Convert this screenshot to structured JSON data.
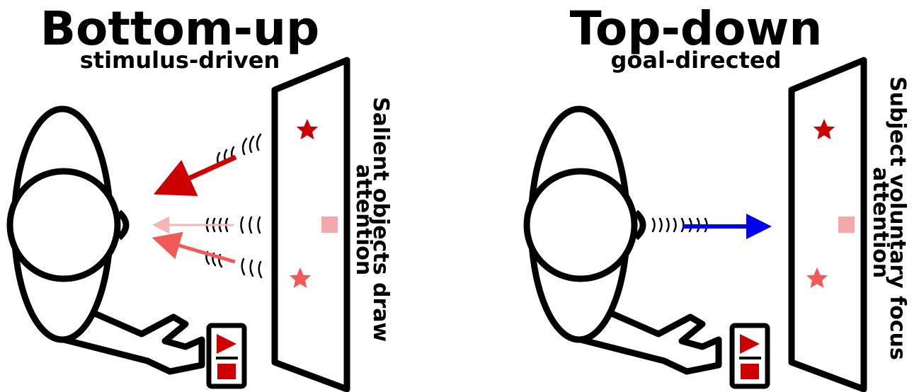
{
  "panels": [
    {
      "id": "bottom-up",
      "title": "Bottom-up",
      "subtitle": "stimulus-driven",
      "side_label_lines": [
        "Salient objects draw",
        "attention"
      ]
    },
    {
      "id": "top-down",
      "title": "Top-down",
      "subtitle": "goal-directed",
      "side_label_lines": [
        "Subject voluntary focus",
        "attention"
      ]
    }
  ],
  "colors": {
    "salient_red": "#cc0000",
    "light_red": "#f25a5a",
    "pink": "#f3a9a9",
    "faint_pink": "#f5b5b5",
    "focus_blue": "#0000ee",
    "outline": "#000000"
  },
  "icons": {
    "controller_play": "play-icon",
    "controller_stop": "stop-icon",
    "star": "star-icon"
  }
}
